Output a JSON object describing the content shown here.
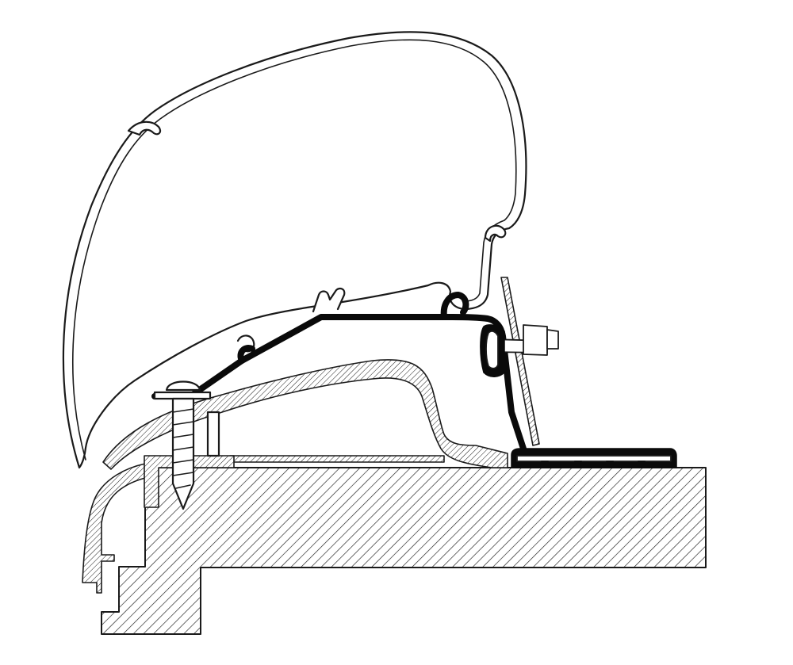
{
  "diagram": {
    "parts": [
      {
        "id": "awning-cassette",
        "kind": "profile"
      },
      {
        "id": "adapter-rail",
        "kind": "bracket"
      },
      {
        "id": "mounting-bolt",
        "kind": "fastener"
      },
      {
        "id": "wood-screw",
        "kind": "fastener"
      },
      {
        "id": "roof-panel",
        "kind": "section"
      },
      {
        "id": "roof-trim",
        "kind": "profile"
      },
      {
        "id": "wall-edge-profile",
        "kind": "profile"
      },
      {
        "id": "foot-plate",
        "kind": "bracket"
      }
    ],
    "colors": {
      "line": "#1a1a1a",
      "fill": "#ffffff",
      "bracket": "#0a0a0a"
    }
  }
}
